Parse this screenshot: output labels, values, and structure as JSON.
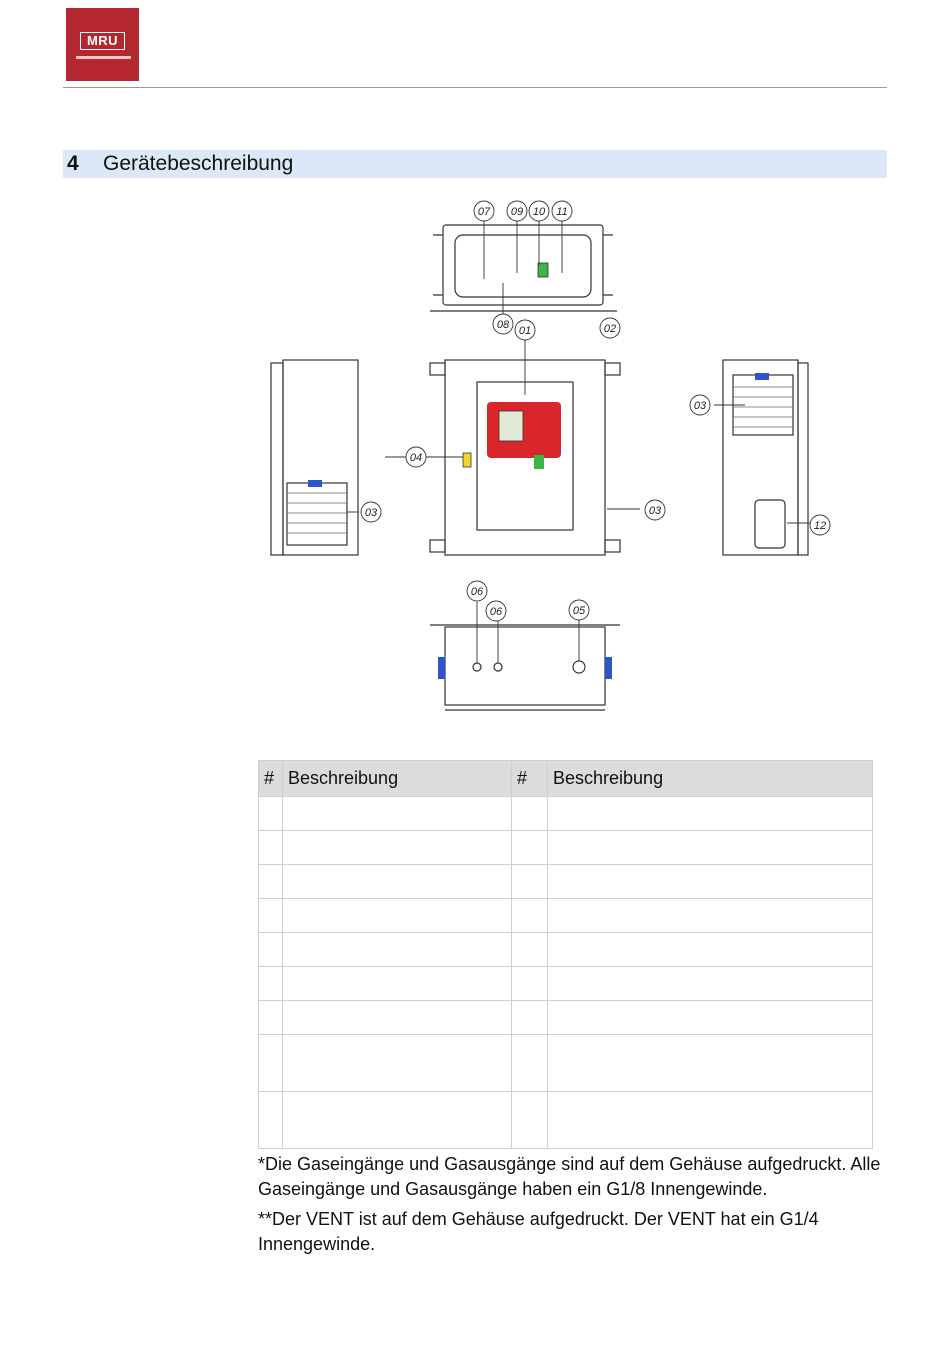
{
  "logo": {
    "text": "MRU"
  },
  "section": {
    "number": "4",
    "title": "Gerätebeschreibung"
  },
  "figure": {
    "callouts": [
      "07",
      "09",
      "10",
      "11",
      "08",
      "01",
      "02",
      "03",
      "04",
      "03",
      "03",
      "12",
      "06",
      "06",
      "05"
    ]
  },
  "table": {
    "headers": [
      "#",
      "Beschreibung",
      "#",
      "Beschreibung"
    ],
    "rows": [
      [
        "",
        "",
        "",
        ""
      ],
      [
        "",
        "",
        "",
        ""
      ],
      [
        "",
        "",
        "",
        ""
      ],
      [
        "",
        "",
        "",
        ""
      ],
      [
        "",
        "",
        "",
        ""
      ],
      [
        "",
        "",
        "",
        ""
      ],
      [
        "",
        "",
        "",
        ""
      ],
      [
        "",
        "",
        "",
        ""
      ],
      [
        "",
        "",
        "",
        ""
      ]
    ]
  },
  "footnotes": [
    "*Die Gaseingänge und Gasausgänge sind auf dem Gehäuse aufgedruckt. Alle Gaseingänge und Gasausgänge haben ein G1/8 Innengewinde.",
    "**Der VENT ist auf dem Gehäuse aufgedruckt. Der VENT hat ein G1/4 Innengewinde."
  ]
}
